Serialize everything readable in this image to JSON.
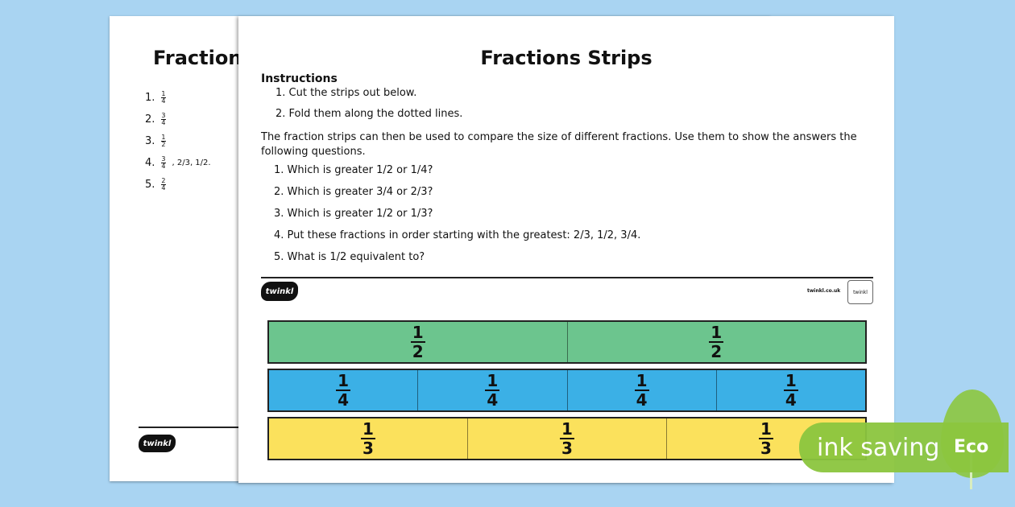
{
  "back_sheet": {
    "title": "Fraction",
    "answers": [
      {
        "num": "1.",
        "frac": [
          "1",
          "4"
        ],
        "extra": ""
      },
      {
        "num": "2.",
        "frac": [
          "3",
          "4"
        ],
        "extra": ""
      },
      {
        "num": "3.",
        "frac": [
          "1",
          "2"
        ],
        "extra": ""
      },
      {
        "num": "4.",
        "frac": [
          "3",
          "4"
        ],
        "extra": ", 2/3, 1/2."
      },
      {
        "num": "5.",
        "frac": [
          "2",
          "4"
        ],
        "extra": ""
      }
    ],
    "logo": "twinkl"
  },
  "front_sheet": {
    "title": "Fractions Strips",
    "instructions_heading": "Instructions",
    "steps": [
      "1.  Cut the strips out below.",
      "2.  Fold them along the dotted lines."
    ],
    "paragraph": "The fraction strips can then be used to compare the size of different fractions. Use them to show the answers the following questions.",
    "questions": [
      "1. Which is greater 1/2 or 1/4?",
      "2. Which is greater 3/4 or 2/3?",
      "3. Which is greater 1/2 or 1/3?",
      "4. Put these fractions in order starting with the greatest: 2/3, 1/2, 3/4.",
      "5. What is 1/2 equivalent to?"
    ],
    "logo": "twinkl",
    "site": "twinkl.co.uk",
    "strips": [
      {
        "color": "#6cc58e",
        "num": "1",
        "den": "2",
        "count": 2
      },
      {
        "color": "#3bb0e6",
        "num": "1",
        "den": "4",
        "count": 4
      },
      {
        "color": "#fbe15c",
        "num": "1",
        "den": "3",
        "count": 3
      }
    ]
  },
  "eco": {
    "label": "ink saving",
    "tag": "Eco"
  }
}
